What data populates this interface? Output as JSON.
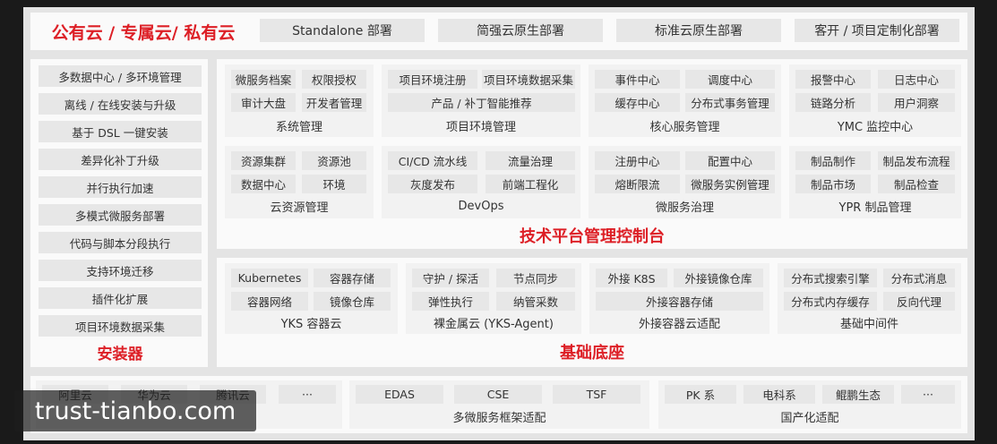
{
  "header": {
    "title": "公有云 / 专属云/ 私有云",
    "tags": [
      "Standalone 部署",
      "简强云原生部署",
      "标准云原生部署",
      "客开 / 项目定制化部署"
    ]
  },
  "installer": {
    "items": [
      "多数据中心 / 多环境管理",
      "离线 / 在线安装与升级",
      "基于 DSL 一键安装",
      "差异化补丁升级",
      "并行执行加速",
      "多模式微服务部署",
      "代码与脚本分段执行",
      "支持环境迁移",
      "插件化扩展",
      "项目环境数据采集"
    ],
    "title": "安装器"
  },
  "platform": {
    "title": "技术平台管理控制台",
    "groups": [
      {
        "name": "系统管理",
        "items": [
          "微服务档案",
          "权限授权",
          "审计大盘",
          "开发者管理"
        ]
      },
      {
        "name": "项目环境管理",
        "items": [
          "项目环境注册",
          "项目环境数据采集",
          "产品 / 补丁智能推荐"
        ]
      },
      {
        "name": "核心服务管理",
        "items": [
          "事件中心",
          "调度中心",
          "缓存中心",
          "分布式事务管理"
        ]
      },
      {
        "name": "YMC 监控中心",
        "items": [
          "报警中心",
          "日志中心",
          "链路分析",
          "用户洞察"
        ]
      },
      {
        "name": "云资源管理",
        "items": [
          "资源集群",
          "资源池",
          "数据中心",
          "环境"
        ]
      },
      {
        "name": "DevOps",
        "items": [
          "CI/CD 流水线",
          "流量治理",
          "灰度发布",
          "前端工程化"
        ]
      },
      {
        "name": "微服务治理",
        "items": [
          "注册中心",
          "配置中心",
          "熔断限流",
          "微服务实例管理"
        ]
      },
      {
        "name": "YPR 制品管理",
        "items": [
          "制品制作",
          "制品发布流程",
          "制品市场",
          "制品检查"
        ]
      }
    ]
  },
  "base": {
    "title": "基础底座",
    "groups": [
      {
        "name": "YKS 容器云",
        "items": [
          "Kubernetes",
          "容器存储",
          "容器网络",
          "镜像仓库"
        ]
      },
      {
        "name": "裸金属云 (YKS-Agent)",
        "items": [
          "守护 / 探活",
          "节点同步",
          "弹性执行",
          "纳管采数"
        ]
      },
      {
        "name": "外接容器云适配",
        "items": [
          "外接 K8S",
          "外接镜像仓库",
          "外接容器存储"
        ]
      },
      {
        "name": "基础中间件",
        "items": [
          "分布式搜索引擎",
          "分布式消息",
          "分布式内存缓存",
          "反向代理"
        ]
      }
    ]
  },
  "bottom": {
    "groups": [
      {
        "name": "",
        "items": [
          "阿里云",
          "华为云",
          "腾讯云",
          "···"
        ]
      },
      {
        "name": "多微服务框架适配",
        "items": [
          "EDAS",
          "CSE",
          "TSF"
        ]
      },
      {
        "name": "国产化适配",
        "items": [
          "PK 系",
          "电科系",
          "鲲鹏生态",
          "···"
        ]
      }
    ]
  },
  "watermark": "trust-tianbo.com"
}
